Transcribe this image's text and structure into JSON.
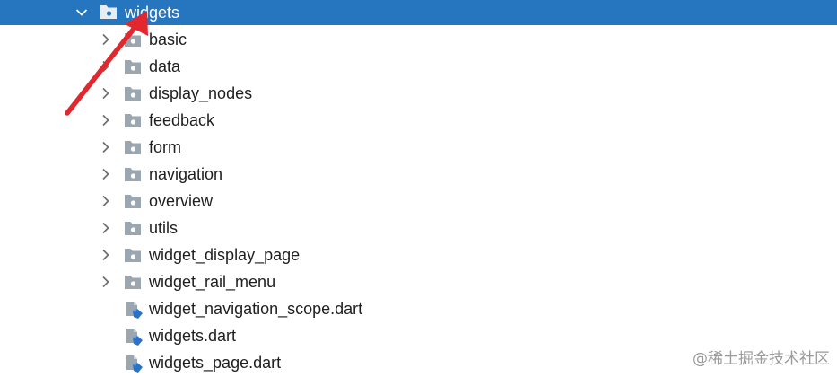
{
  "tree": {
    "selected_folder": {
      "label": "widgets",
      "expanded": true
    },
    "items": [
      {
        "label": "basic",
        "kind": "folder"
      },
      {
        "label": "data",
        "kind": "folder"
      },
      {
        "label": "display_nodes",
        "kind": "folder"
      },
      {
        "label": "feedback",
        "kind": "folder"
      },
      {
        "label": "form",
        "kind": "folder"
      },
      {
        "label": "navigation",
        "kind": "folder"
      },
      {
        "label": "overview",
        "kind": "folder"
      },
      {
        "label": "utils",
        "kind": "folder"
      },
      {
        "label": "widget_display_page",
        "kind": "folder"
      },
      {
        "label": "widget_rail_menu",
        "kind": "folder"
      },
      {
        "label": "widget_navigation_scope.dart",
        "kind": "dart-file"
      },
      {
        "label": "widgets.dart",
        "kind": "dart-file"
      },
      {
        "label": "widgets_page.dart",
        "kind": "dart-file"
      }
    ]
  },
  "watermark": "@稀土掘金技术社区",
  "colors": {
    "selection": "#2675bf",
    "folder_icon": "#9aa7b0",
    "dart_badge": "#2a72c8",
    "annotation_arrow": "#e0282e"
  },
  "annotation": {
    "type": "arrow",
    "points_to": "widgets"
  }
}
